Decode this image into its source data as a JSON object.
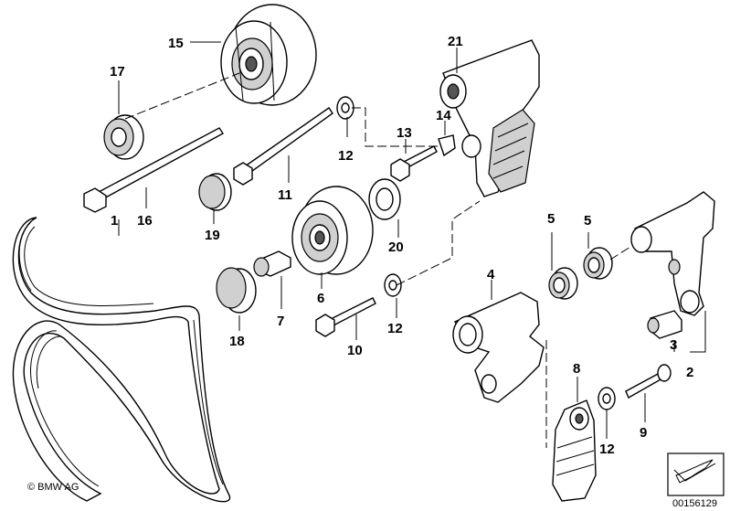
{
  "labels": {
    "p1": "1",
    "p2": "2",
    "p3": "3",
    "p4": "4",
    "p5a": "5",
    "p5b": "5",
    "p6": "6",
    "p7": "7",
    "p8": "8",
    "p9": "9",
    "p10": "10",
    "p11": "11",
    "p12a": "12",
    "p12b": "12",
    "p12c": "12",
    "p13": "13",
    "p14": "14",
    "p15": "15",
    "p16": "16",
    "p17": "17",
    "p18": "18",
    "p19": "19",
    "p20": "20",
    "p21": "21"
  },
  "footer": {
    "copyright": "© BMW AG",
    "doc_id": "00156129"
  },
  "icons": {
    "nav_arrow": "arrow-icon"
  }
}
